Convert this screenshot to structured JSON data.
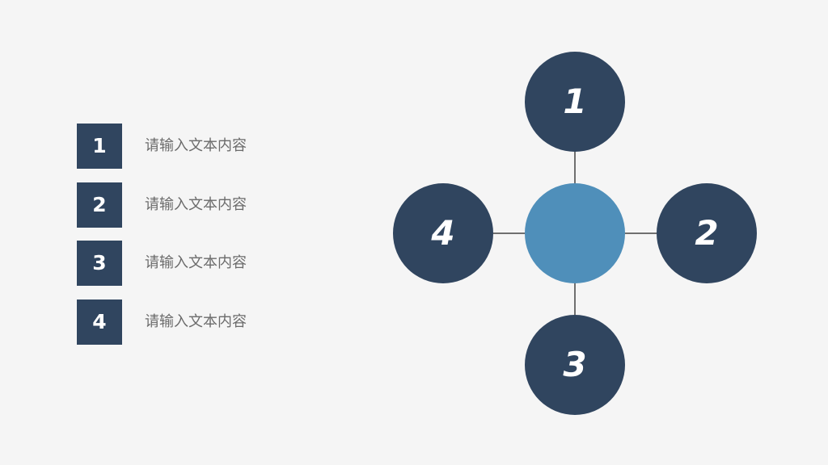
{
  "list": {
    "items": [
      {
        "number": "1",
        "text": "请输入文本内容"
      },
      {
        "number": "2",
        "text": "请输入文本内容"
      },
      {
        "number": "3",
        "text": "请输入文本内容"
      },
      {
        "number": "4",
        "text": "请输入文本内容"
      }
    ]
  },
  "diagram": {
    "nodes": {
      "top": "1",
      "right": "2",
      "bottom": "3",
      "left": "4"
    }
  },
  "colors": {
    "background": "#f5f5f5",
    "dark_blue": "#30455f",
    "center_blue": "#4f8fba",
    "text_gray": "#6b6b6b",
    "connector_gray": "#6f6f6f"
  }
}
